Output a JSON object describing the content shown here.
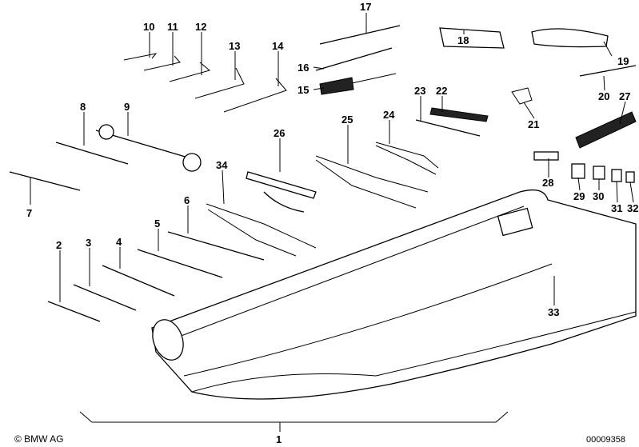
{
  "callouts": [
    "1",
    "2",
    "3",
    "4",
    "5",
    "6",
    "7",
    "8",
    "9",
    "10",
    "11",
    "12",
    "13",
    "14",
    "15",
    "16",
    "17",
    "18",
    "19",
    "20",
    "21",
    "22",
    "23",
    "24",
    "25",
    "26",
    "27",
    "28",
    "29",
    "30",
    "31",
    "32",
    "33",
    "34"
  ],
  "footer": {
    "copyright": "© BMW AG",
    "image_number": "00009358"
  }
}
